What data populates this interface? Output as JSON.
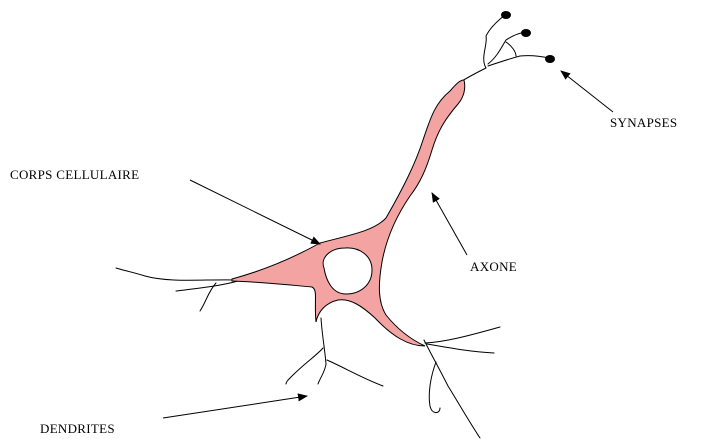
{
  "labels": {
    "cell_body": "CORPS CELLULAIRE",
    "axon": "AXONE",
    "synapses": "SYNAPSES",
    "dendrites": "DENDRITES"
  },
  "colors": {
    "cell_fill": "#f4a3a3",
    "outline": "#000000",
    "background": "#ffffff"
  }
}
